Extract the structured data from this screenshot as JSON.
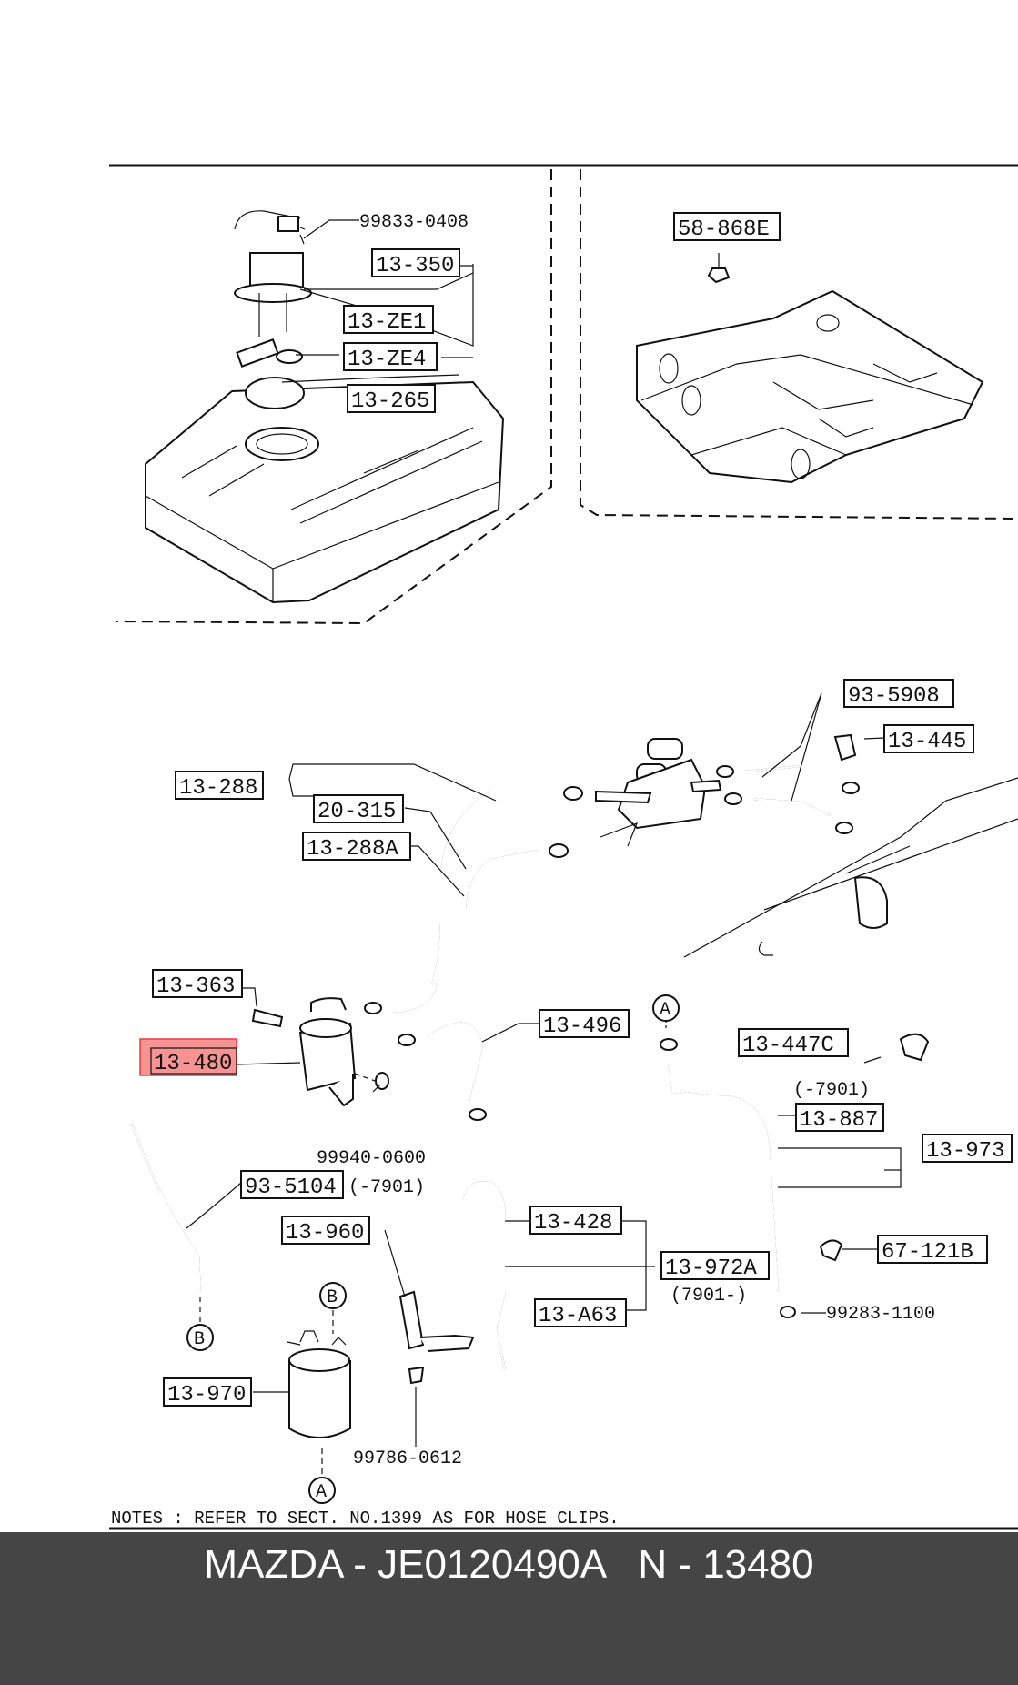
{
  "diagram": {
    "highlight_color": "#ee3b3b",
    "callouts": {
      "c99833": "99833-0408",
      "c13350": "13-350",
      "c13ze1": "13-ZE1",
      "c13ze4": "13-ZE4",
      "c13265": "13-265",
      "c58868e": "58-868E",
      "c935908": "93-5908",
      "c13445": "13-445",
      "c13288": "13-288",
      "c20315": "20-315",
      "c13288a": "13-288A",
      "c13363": "13-363",
      "c13480": "13-480",
      "c13496": "13-496",
      "c13447c": "13-447C",
      "c7901a": "(-7901)",
      "c13887": "13-887",
      "c13973": "13-973",
      "c99940": "99940-0600",
      "c935104": "93-5104",
      "c7901b": "(-7901)",
      "c13960": "13-960",
      "c13428": "13-428",
      "c13972a": "13-972A",
      "c7901c": "(7901-)",
      "c13a63": "13-A63",
      "c67121b": "67-121B",
      "c99283": "99283-1100",
      "c13970": "13-970",
      "c99786": "99786-0612"
    },
    "markers": {
      "a1": "A",
      "a2": "A",
      "b1": "B",
      "b2": "B"
    },
    "note": "NOTES : REFER TO SECT. NO.1399  AS FOR HOSE CLIPS."
  },
  "footer": {
    "text": "MAZDA - JE0120490A   N - 13480"
  }
}
